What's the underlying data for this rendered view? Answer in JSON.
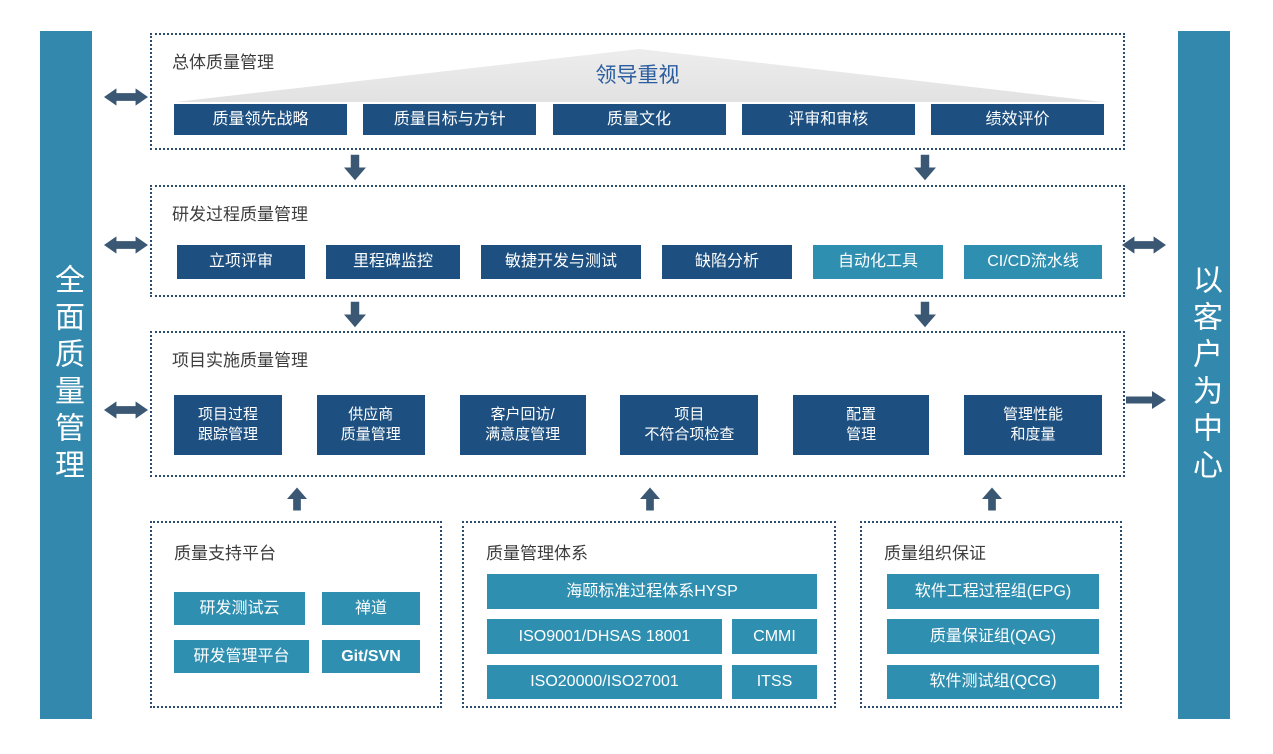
{
  "colors": {
    "dark_button": "#1d5080",
    "teal_button": "#2f8fb0",
    "side_bar": "#3389ad",
    "arrow": "#3a5874",
    "dotted_border": "#2c4d6e",
    "section_title": "#3d3d3d",
    "triangle_fill": "#e9e9e9",
    "triangle_label_color": "#2a5d9f"
  },
  "left_bar": {
    "label": "全面质量管理"
  },
  "right_bar": {
    "label": "以客户为中心"
  },
  "sections": {
    "overall": {
      "title": "总体质量管理",
      "triangle_label": "领导重视",
      "items": [
        "质量领先战略",
        "质量目标与方针",
        "质量文化",
        "评审和审核",
        "绩效评价"
      ]
    },
    "rd_process": {
      "title": "研发过程质量管理",
      "items": [
        {
          "label": "立项评审",
          "variant": "dark"
        },
        {
          "label": "里程碑监控",
          "variant": "dark"
        },
        {
          "label": "敏捷开发与测试",
          "variant": "dark"
        },
        {
          "label": "缺陷分析",
          "variant": "dark"
        },
        {
          "label": "自动化工具",
          "variant": "teal"
        },
        {
          "label": "CI/CD流水线",
          "variant": "teal"
        }
      ]
    },
    "project_impl": {
      "title": "项目实施质量管理",
      "items": [
        {
          "line1": "项目过程",
          "line2": "跟踪管理"
        },
        {
          "line1": "供应商",
          "line2": "质量管理"
        },
        {
          "line1": "客户回访/",
          "line2": "满意度管理"
        },
        {
          "line1": "项目",
          "line2": "不符合项检查"
        },
        {
          "line1": "配置",
          "line2": "管理"
        },
        {
          "line1": "管理性能",
          "line2": "和度量"
        }
      ]
    },
    "support_platform": {
      "title": "质量支持平台",
      "items": [
        "研发测试云",
        "禅道",
        "研发管理平台",
        "Git/SVN"
      ]
    },
    "management_system": {
      "title": "质量管理体系",
      "wide_item": "海颐标准过程体系HYSP",
      "items": [
        "ISO9001/DHSAS 18001",
        "CMMI",
        "ISO20000/ISO27001",
        "ITSS"
      ]
    },
    "org_assurance": {
      "title": "质量组织保证",
      "items": [
        "软件工程过程组(EPG)",
        "质量保证组(QAG)",
        "软件测试组(QCG)"
      ]
    }
  }
}
